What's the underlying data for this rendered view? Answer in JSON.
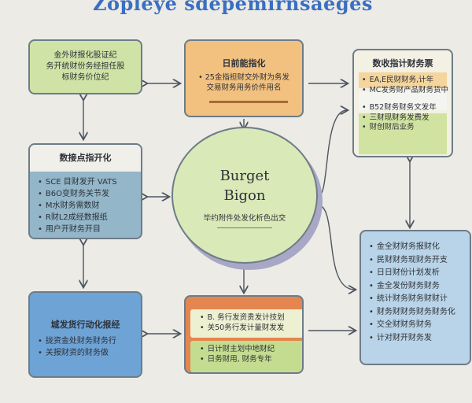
{
  "title": "Zopleye sdepemirnsaeges",
  "hub": {
    "line1": "Burget",
    "line2": "Bigon",
    "subtitle": "毕约附件处发化析色出交"
  },
  "top_left": {
    "lines": [
      "金外财报化股证纪",
      "务开统财份务经担任股",
      "标财务价位纪"
    ]
  },
  "top_center": {
    "title": "日前能指化",
    "lines": [
      "• 25金指担财交外财为务发",
      "交易财务用务价件用名"
    ]
  },
  "top_right": {
    "title": "数收指计财务票",
    "items": [
      "EA,E民财财务,计年",
      "MC发务财产品财务货中",
      "B52财务财务文发年",
      "三财现财务发费发",
      "财创财后业务"
    ]
  },
  "mid_left": {
    "title": "数接点指开化",
    "items": [
      "SCE 目财发开 VATS",
      "B6O变财务关节发",
      "M水财务需数财",
      "R财L2成经数报纸",
      "用户开财务开目"
    ]
  },
  "bottom_left": {
    "title": "城发货行动化报经",
    "items": [
      "拢资金处财务财务行",
      "关报财资的财务做"
    ]
  },
  "bottom_center": {
    "items": [
      "B. 务行发资贵发计技划",
      "关50务行发计量财发发",
      "日计财主划中地财纪",
      "日务财用, 财务专年"
    ]
  },
  "bottom_right": {
    "items": [
      "金全财财务报财化",
      "民财财务现财务开支",
      "日日财份计划发析",
      "金全发份财务财务",
      "统计财务财务财财计",
      "财务财财务财务财务化",
      "交全财财务财务",
      "计对财开财务发"
    ]
  }
}
